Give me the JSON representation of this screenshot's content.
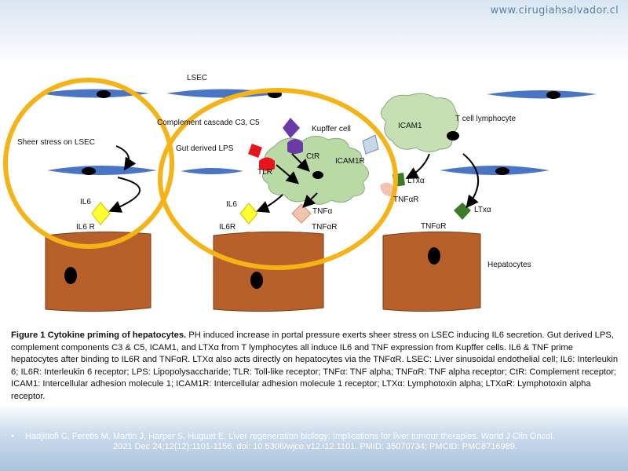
{
  "header": {
    "site_url": "www.cirugiahsalvador.cl"
  },
  "diagram": {
    "labels": {
      "lsec": "LSEC",
      "complement": "Complement cascade C3, C5",
      "kupffer": "Kupffer cell",
      "icam1": "ICAM1",
      "t_cell": "T cell lymphocyte",
      "sheer": "Sheer stress on LSEC",
      "gut_lps": "Gut derived LPS",
      "ctr": "CtR",
      "icam1r": "ICAM1R",
      "tlr": "TLR",
      "ltxa_1": "LTxα",
      "tnfar_1": "TNFαR",
      "il6_left": "IL6",
      "il6r_left": "IL6 R",
      "il6_mid": "IL6",
      "tnfa_mid": "TNFα",
      "il6r_mid": "IL6R",
      "tnfar_mid": "TNFαR",
      "ltxa_right": "LTxα",
      "tnfar_right": "TNFαR",
      "hepatocytes": "Hepatocytes"
    },
    "colors": {
      "highlight_circle": "#f5b316",
      "lsec_cell": "#4a74c4",
      "hepatocyte": "#b7602a",
      "kupffer": "#b9d9a5",
      "t_cell": "#c6e0b4",
      "il6": "#ffff33",
      "receptor": "#f6bf46",
      "tnfa": "#f4c2b0",
      "lps": "#e8141b",
      "complement": "#6a3aa6",
      "ltxa": "#3c7a2c"
    }
  },
  "caption": {
    "title": "Figure 1 Cytokine priming of hepatocytes.",
    "body": " PH induced increase in portal pressure exerts sheer stress on LSEC inducing IL6 secretion. Gut derived LPS, complement components C3 & C5, ICAM1, and LTXα from T lymphocytes all induce IL6 and TNF expression from Kupffer cells. IL6 & TNF prime hepatocytes after binding to IL6R and TNFαR. LTXα also acts directly on hepatocytes via the TNFαR. LSEC: Liver sinusoidal endothelial cell; IL6: Interleukin 6; IL6R: Interleukin 6 receptor; LPS: Lipopolysaccharide; TLR: Toll-like receptor; TNFα: TNF alpha; TNFαR: TNF alpha receptor; CtR: Complement receptor; ICAM1: Intercellular adhesion molecule 1; ICAM1R: Intercellular adhesion molecule 1 receptor; LTXα: Lymphotoxin alpha; LTXαR: Lymphotoxin alpha receptor."
  },
  "citation": {
    "bullet": "•",
    "line1": "Hadjittofi C, Feretis M, Martin J, Harper S, Huguet E. Liver regeneration biology: Implications for liver tumour therapies. World J Clin Oncol.",
    "line2": "2021 Dec 24;12(12):1101-1156. doi: 10.5306/wjco.v12.i12.1101. PMID: 35070734; PMCID: PMC8716989."
  }
}
